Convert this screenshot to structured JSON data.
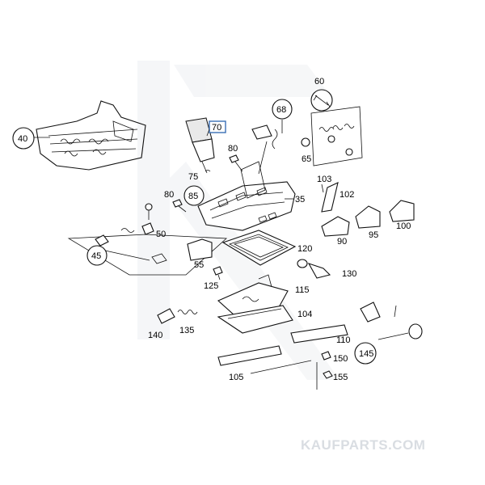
{
  "diagram": {
    "highlighted_part": "70",
    "part_numbers": {
      "p40": "40",
      "p45": "45",
      "p50": "50",
      "p55": "55",
      "p60": "60",
      "p65": "65",
      "p68": "68",
      "p70": "70",
      "p75": "75",
      "p80a": "80",
      "p80b": "80",
      "p85": "85",
      "p35": "35",
      "p90": "90",
      "p95": "95",
      "p100": "100",
      "p102": "102",
      "p103": "103",
      "p104": "104",
      "p105": "105",
      "p110": "110",
      "p115": "115",
      "p120": "120",
      "p125": "125",
      "p130": "130",
      "p135": "135",
      "p140": "140",
      "p145": "145",
      "p150": "150",
      "p155": "155"
    },
    "watermark": "KAUFPARTS.COM",
    "colors": {
      "highlight": "#3a6fb5",
      "watermark": "#d9dde2",
      "line": "#111111"
    }
  }
}
